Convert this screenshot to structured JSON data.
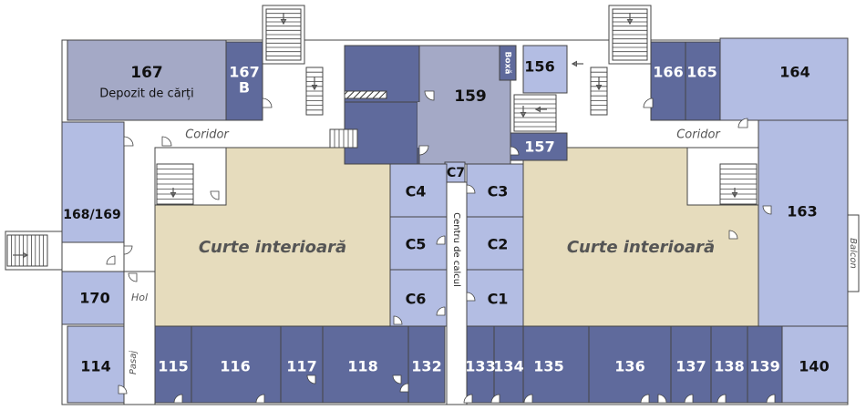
{
  "colors": {
    "dark": "#5f6a9c",
    "light": "#b3bde3",
    "gray": "#a4a9c6",
    "courtyard": "#e6dcbd",
    "corridor": "#ffffff",
    "wall": "#444444",
    "text": "#111111",
    "italic_text": "#555555"
  },
  "icons": {
    "arrow": "arrow-icon",
    "door": "door-arc-icon",
    "stairs": "stairs-icon",
    "hatch": "hatched-wall-icon"
  },
  "rooms": [
    {
      "id": "r167",
      "label": "167",
      "sub": "Depozit de cărți",
      "tone": "gray"
    },
    {
      "id": "r167b",
      "label": "167",
      "sub": "B",
      "tone": "dark"
    },
    {
      "id": "r159",
      "label": "159",
      "tone": "gray"
    },
    {
      "id": "r156",
      "label": "156",
      "tone": "light"
    },
    {
      "id": "r157",
      "label": "157",
      "tone": "dark"
    },
    {
      "id": "box",
      "label": "Boxă",
      "tone": "dark"
    },
    {
      "id": "r166",
      "label": "166",
      "tone": "dark"
    },
    {
      "id": "r165",
      "label": "165",
      "tone": "dark"
    },
    {
      "id": "r164",
      "label": "164",
      "tone": "light"
    },
    {
      "id": "r168",
      "label": "168/169",
      "tone": "light"
    },
    {
      "id": "r170",
      "label": "170",
      "tone": "light"
    },
    {
      "id": "r163",
      "label": "163",
      "tone": "light"
    },
    {
      "id": "c7",
      "label": "C7",
      "tone": "light"
    },
    {
      "id": "c4",
      "label": "C4",
      "tone": "light"
    },
    {
      "id": "c3",
      "label": "C3",
      "tone": "light"
    },
    {
      "id": "c5",
      "label": "C5",
      "tone": "light"
    },
    {
      "id": "c2",
      "label": "C2",
      "tone": "light"
    },
    {
      "id": "c6",
      "label": "C6",
      "tone": "light"
    },
    {
      "id": "c1",
      "label": "C1",
      "tone": "light"
    },
    {
      "id": "r114",
      "label": "114",
      "tone": "light"
    },
    {
      "id": "r115",
      "label": "115",
      "tone": "dark"
    },
    {
      "id": "r116",
      "label": "116",
      "tone": "dark"
    },
    {
      "id": "r117",
      "label": "117",
      "tone": "dark"
    },
    {
      "id": "r118",
      "label": "118",
      "tone": "dark"
    },
    {
      "id": "r132",
      "label": "132",
      "tone": "dark"
    },
    {
      "id": "r133",
      "label": "133",
      "tone": "dark"
    },
    {
      "id": "r134",
      "label": "134",
      "tone": "dark"
    },
    {
      "id": "r135",
      "label": "135",
      "tone": "dark"
    },
    {
      "id": "r136",
      "label": "136",
      "tone": "dark"
    },
    {
      "id": "r137",
      "label": "137",
      "tone": "dark"
    },
    {
      "id": "r138",
      "label": "138",
      "tone": "dark"
    },
    {
      "id": "r139",
      "label": "139",
      "tone": "dark"
    },
    {
      "id": "r140",
      "label": "140",
      "tone": "light"
    }
  ],
  "areas": {
    "courtyard_left": "Curte interioară",
    "courtyard_right": "Curte interioară",
    "corridor_left": "Coridor",
    "corridor_right": "Coridor",
    "hol": "Hol",
    "pasaj": "Pasaj",
    "balcon": "Balcon",
    "centru_calcul": "Centru de calcul"
  }
}
